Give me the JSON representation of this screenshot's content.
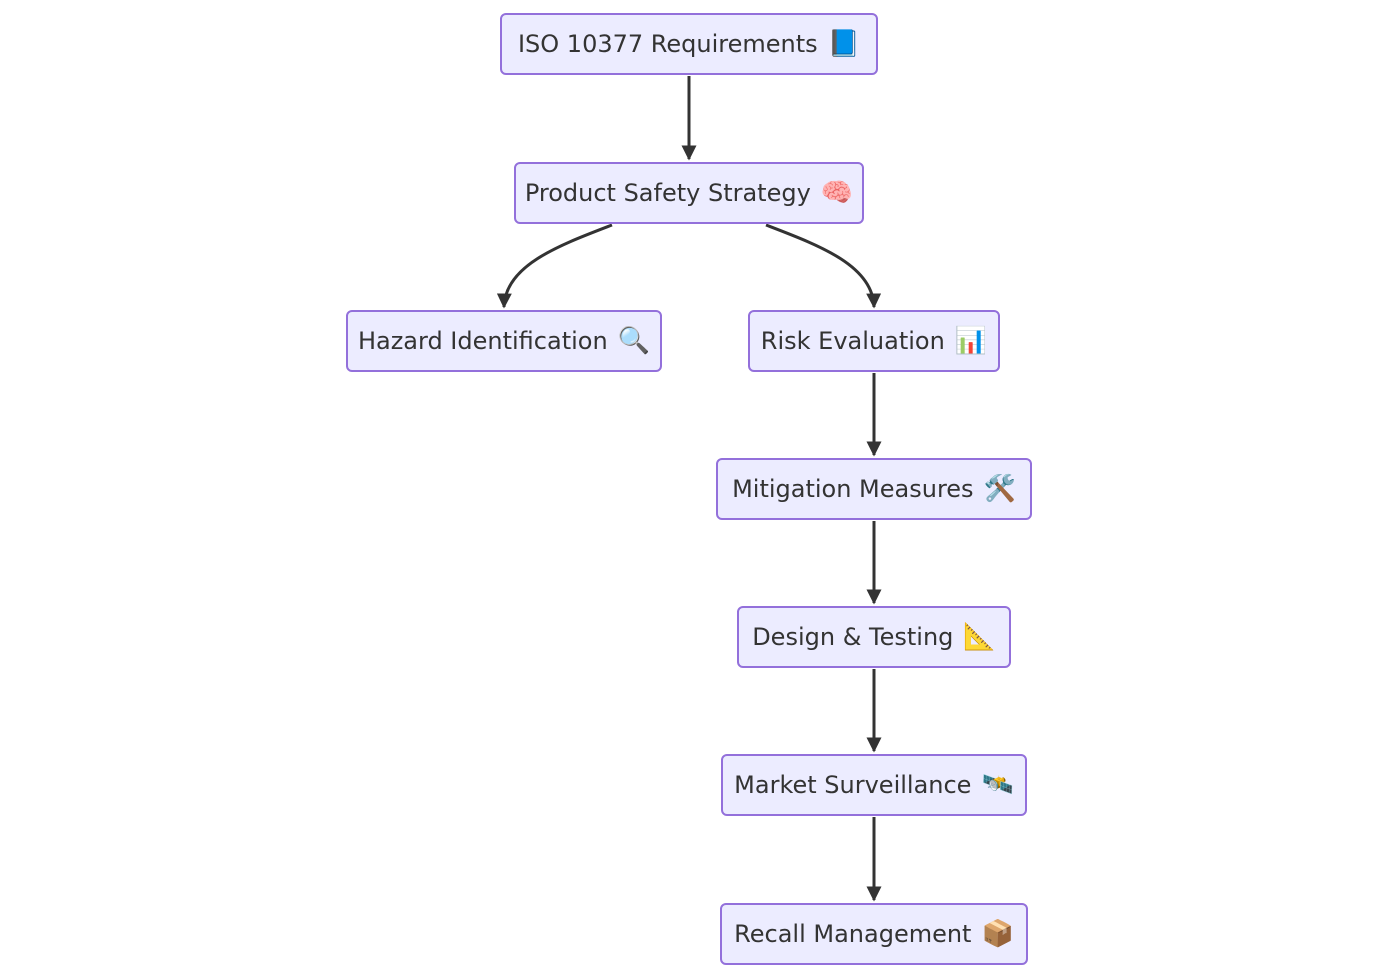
{
  "diagram": {
    "nodes": [
      {
        "id": "n1",
        "label": "ISO 10377 Requirements",
        "icon": "📘",
        "icon_name": "blue-book-icon"
      },
      {
        "id": "n2",
        "label": "Product Safety Strategy",
        "icon": "🧠",
        "icon_name": "brain-icon"
      },
      {
        "id": "n3",
        "label": "Hazard Identification",
        "icon": "🔍",
        "icon_name": "magnifying-glass-icon"
      },
      {
        "id": "n4",
        "label": "Risk Evaluation",
        "icon": "📊",
        "icon_name": "bar-chart-icon"
      },
      {
        "id": "n5",
        "label": "Mitigation Measures",
        "icon": "🛠️",
        "icon_name": "hammer-wrench-icon"
      },
      {
        "id": "n6",
        "label": "Design & Testing",
        "icon": "📐",
        "icon_name": "triangular-ruler-icon"
      },
      {
        "id": "n7",
        "label": "Market Surveillance",
        "icon": "🛰️",
        "icon_name": "satellite-icon"
      },
      {
        "id": "n8",
        "label": "Recall Management",
        "icon": "📦",
        "icon_name": "package-icon"
      }
    ],
    "edges": [
      {
        "from": "n1",
        "to": "n2"
      },
      {
        "from": "n2",
        "to": "n3"
      },
      {
        "from": "n2",
        "to": "n4"
      },
      {
        "from": "n4",
        "to": "n5"
      },
      {
        "from": "n5",
        "to": "n6"
      },
      {
        "from": "n6",
        "to": "n7"
      },
      {
        "from": "n7",
        "to": "n8"
      }
    ],
    "colors": {
      "node_fill": "#ECECFF",
      "node_border": "#9370DB",
      "edge": "#333333",
      "text": "#333333"
    }
  }
}
